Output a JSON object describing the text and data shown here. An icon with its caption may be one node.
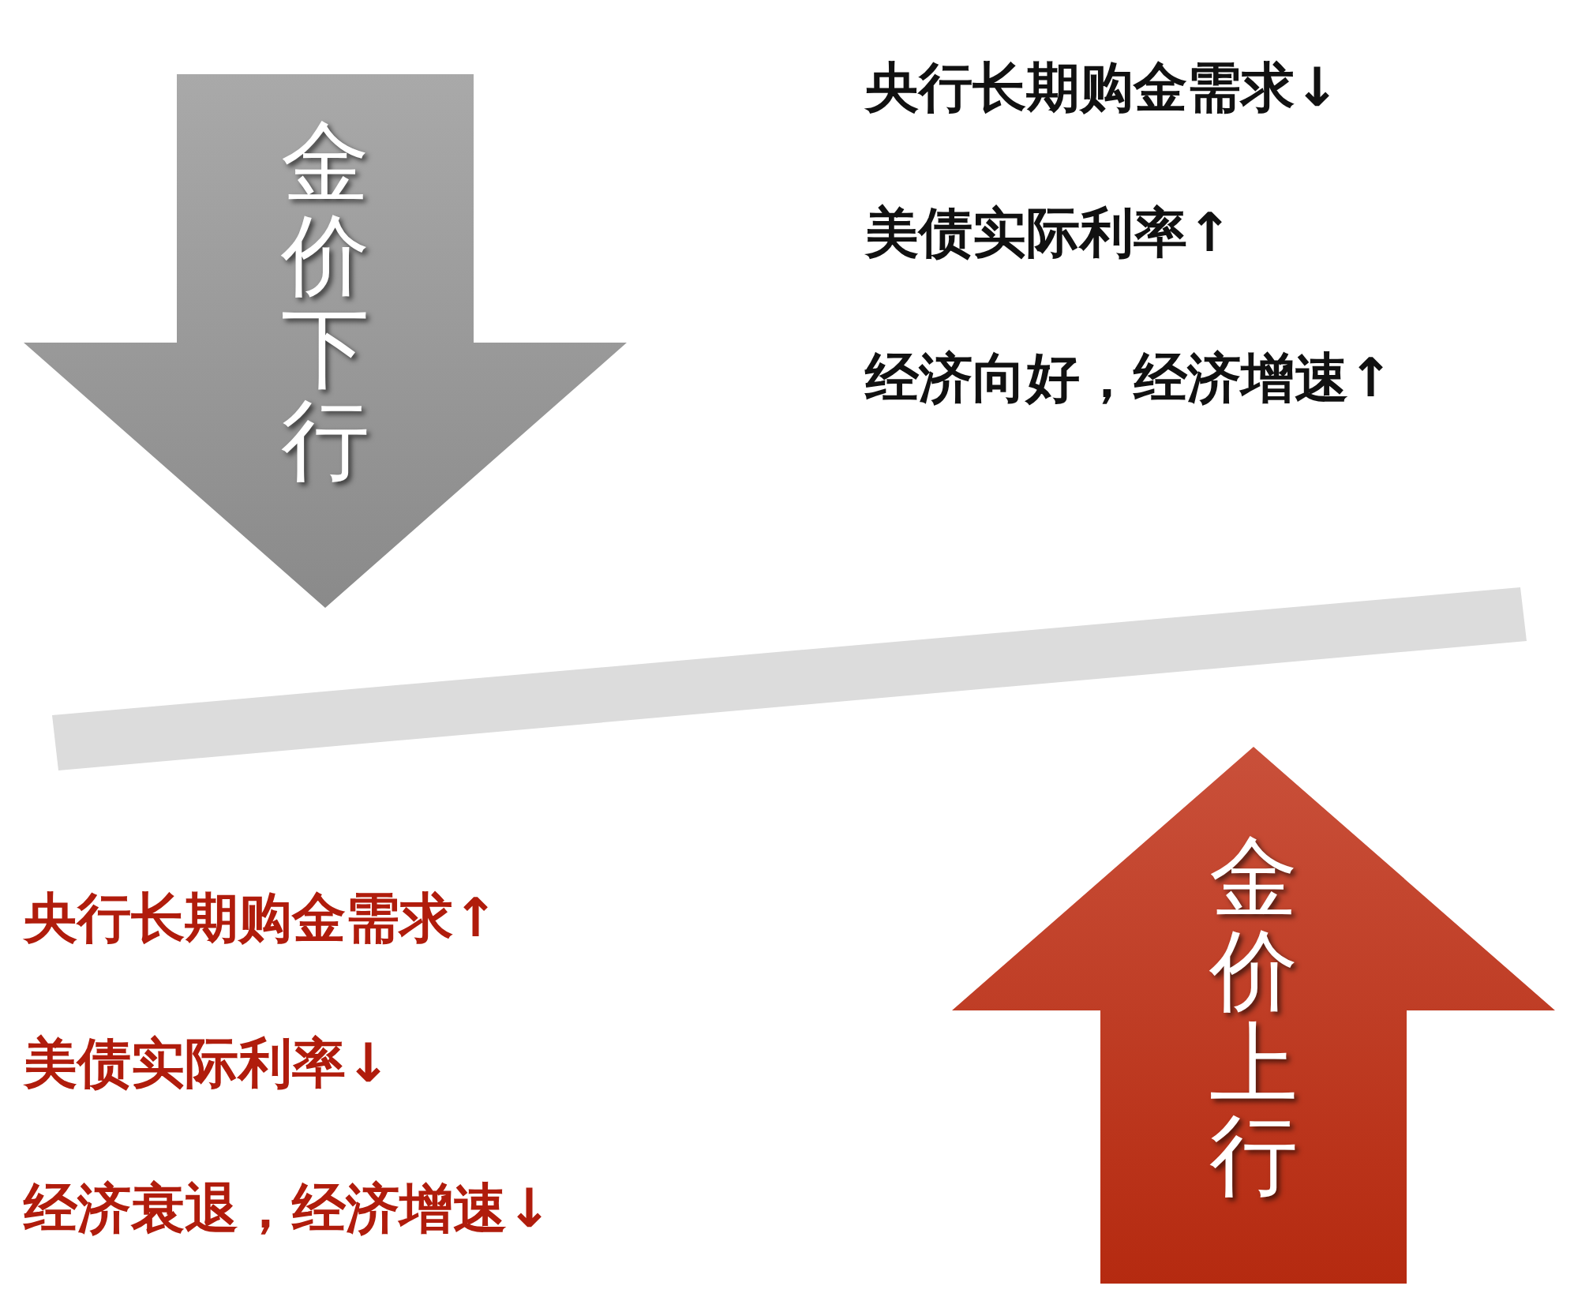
{
  "diagram": {
    "nodes": [
      {
        "text": [
          "金价下行"
        ]
      },
      {
        "text": [],
        "shape": "bar"
      },
      {
        "text": [
          "金价上行"
        ]
      }
    ],
    "labels": [
      "央行长期购金需求↓",
      "美债实际利率↑",
      "经济向好，经济增速↑",
      "央行长期购金需求↑",
      "美债实际利率↓",
      "经济衰退，经济增速↓"
    ]
  }
}
